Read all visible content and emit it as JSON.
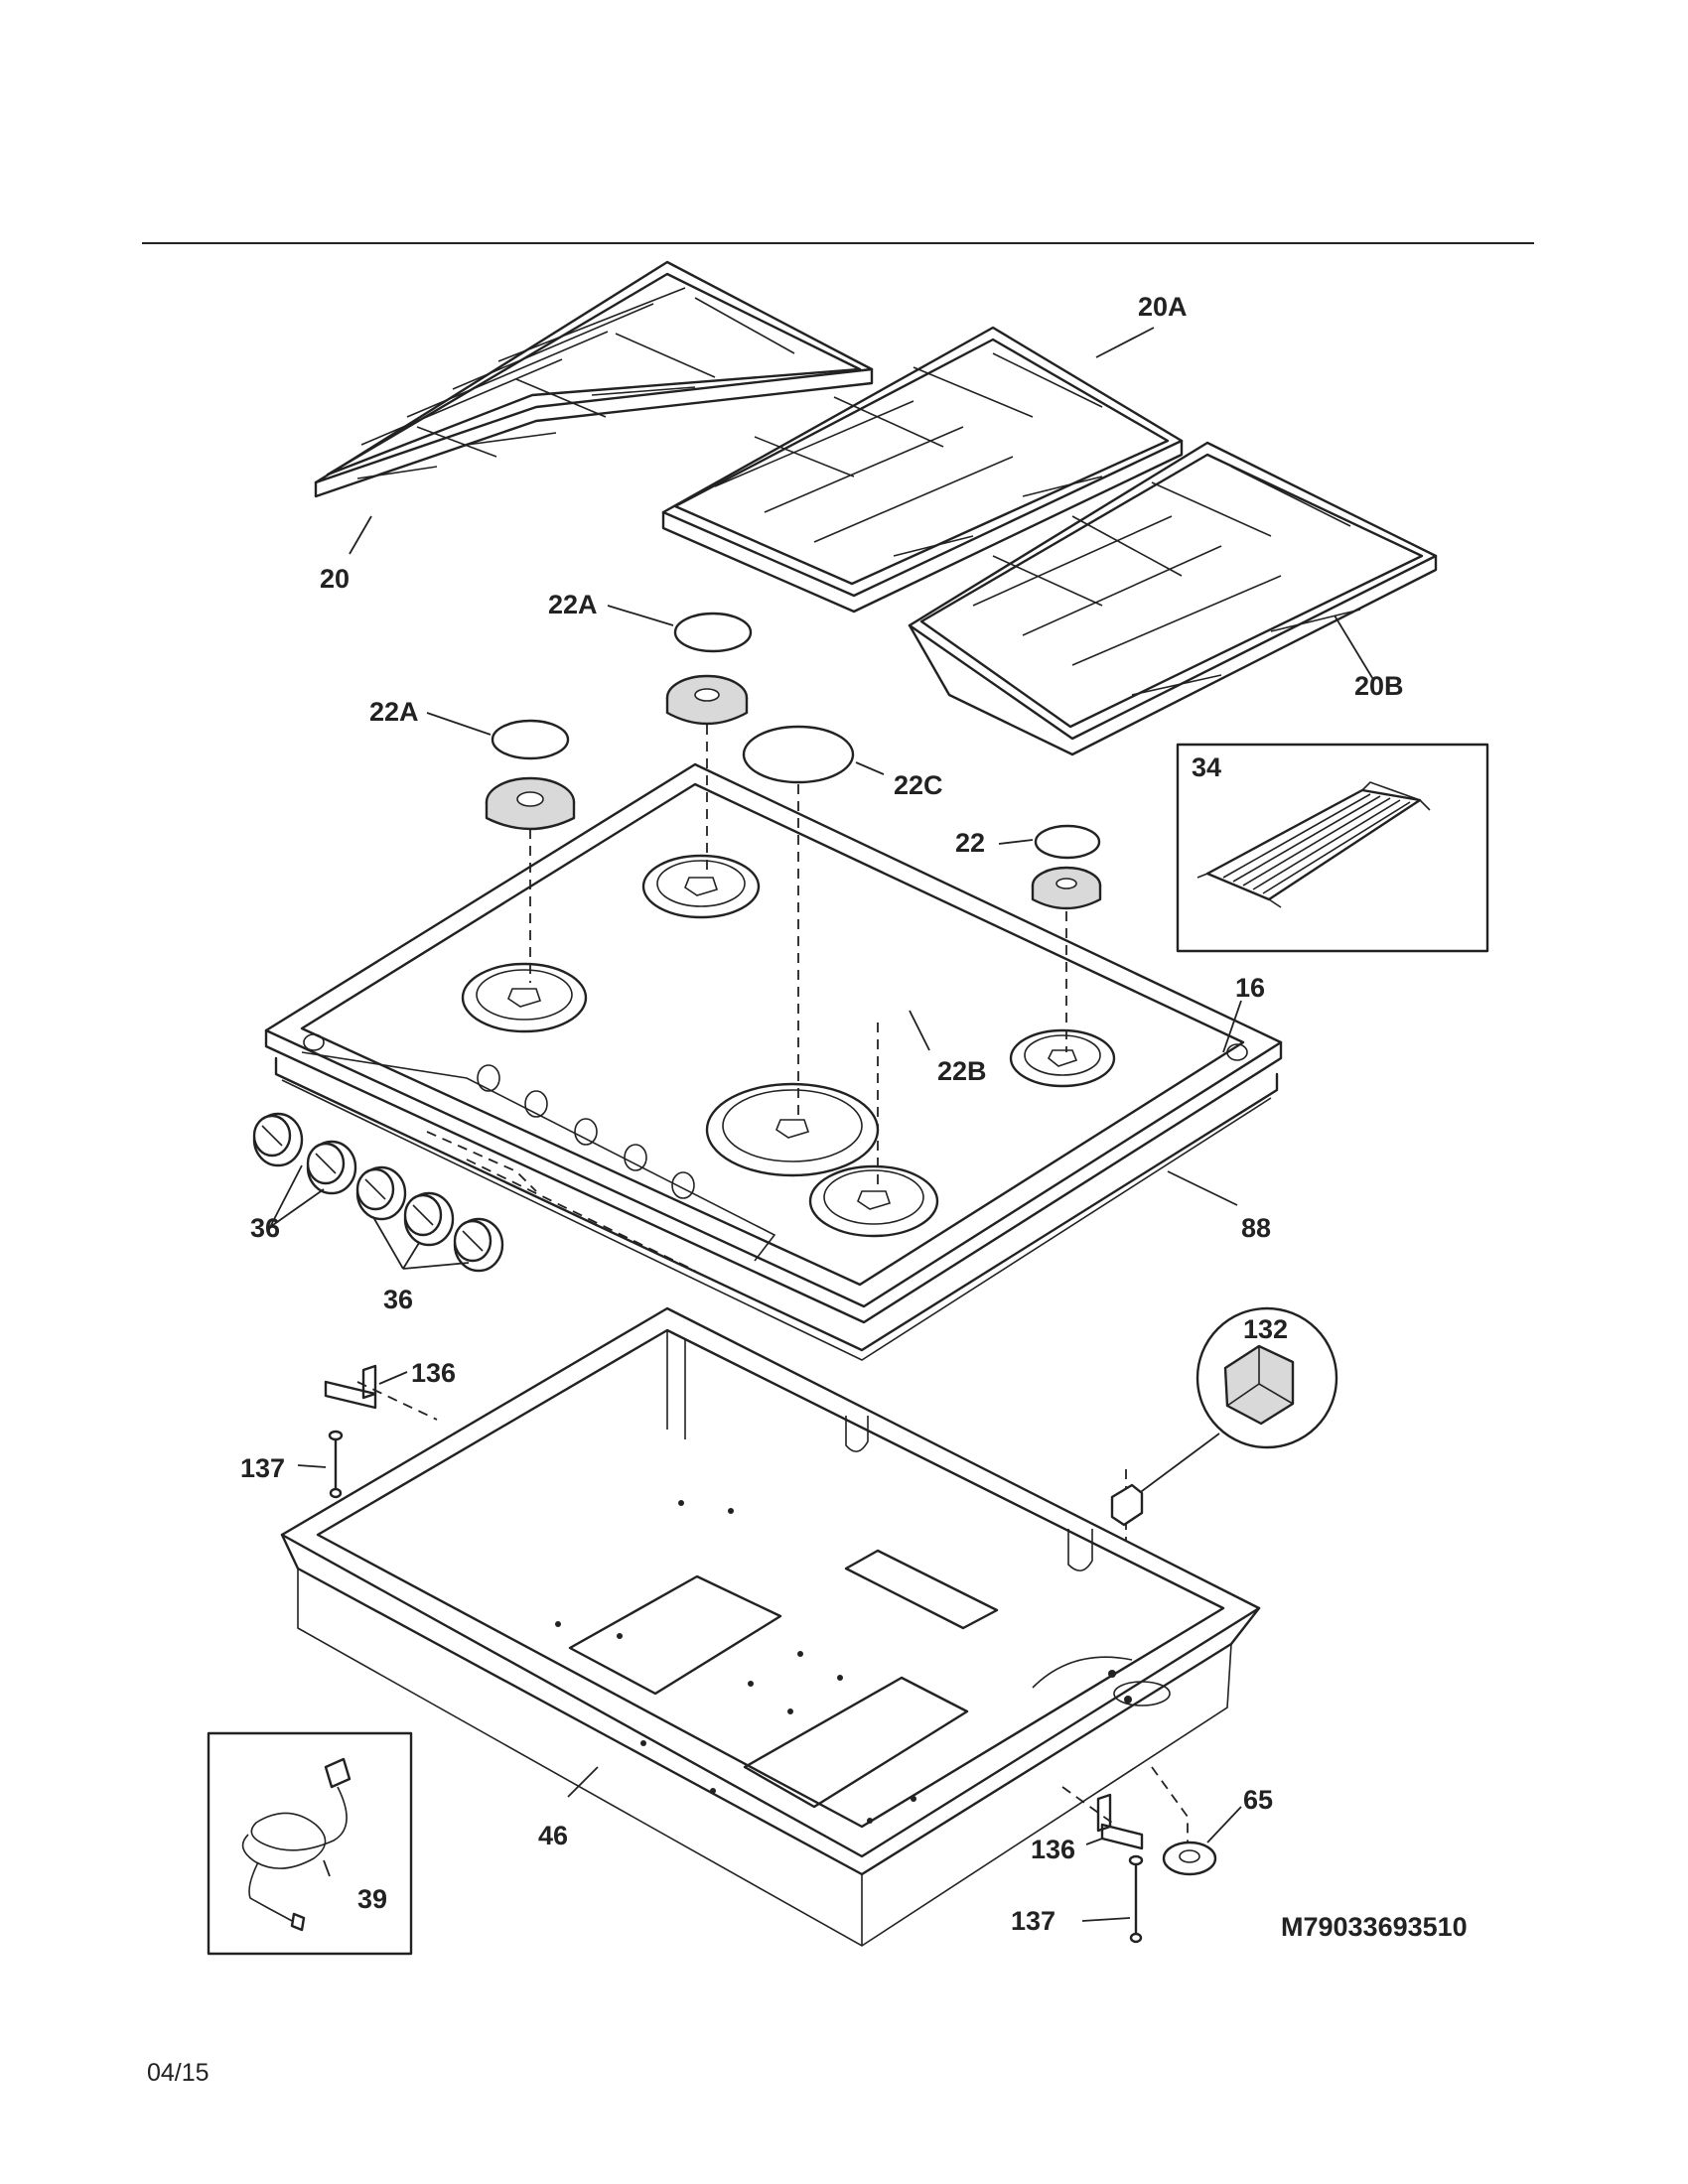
{
  "callouts": {
    "c20": "20",
    "c20A": "20A",
    "c20B": "20B",
    "c22A_top": "22A",
    "c22A_left": "22A",
    "c22C": "22C",
    "c22": "22",
    "c22B": "22B",
    "c34": "34",
    "c16": "16",
    "c36_a": "36",
    "c36_b": "36",
    "c88": "88",
    "c132": "132",
    "c136_top": "136",
    "c137_top": "137",
    "c46": "46",
    "c39": "39",
    "c65": "65",
    "c136_bottom": "136",
    "c137_bottom": "137"
  },
  "model_number": "M79033693510",
  "date_code": "04/15"
}
